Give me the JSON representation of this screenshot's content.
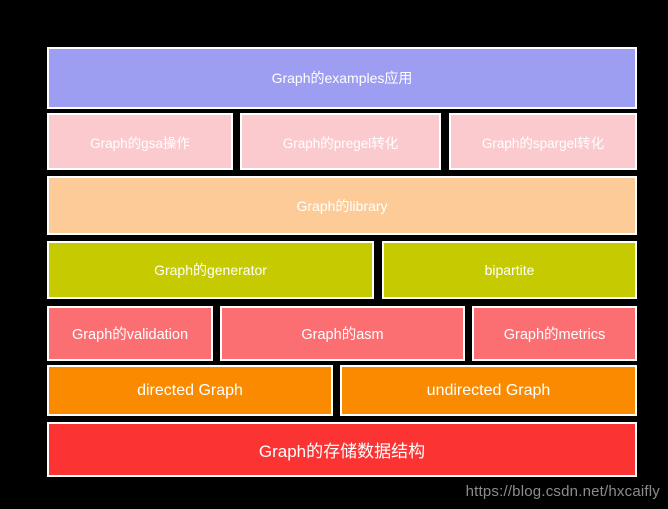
{
  "canvas": {
    "background_color": "#000000"
  },
  "watermark": {
    "text": "https://blog.csdn.net/hxcaifly",
    "color": "#8C8C8C"
  },
  "diagram": {
    "type": "layered-stack-diagram",
    "border_color": "#FFFFFF",
    "text_color": "#FFFFFF",
    "layers": [
      {
        "name": "examples-layer",
        "color": "#9D9DF2",
        "blocks": [
          {
            "label": "Graph的examples应用"
          }
        ]
      },
      {
        "name": "operations-layer",
        "color": "#FBCACE",
        "blocks": [
          {
            "label": "Graph的gsa操作"
          },
          {
            "label": "Graph的pregel转化"
          },
          {
            "label": "Graph的spargel转化"
          }
        ]
      },
      {
        "name": "library-layer",
        "color": "#FCCB97",
        "blocks": [
          {
            "label": "Graph的library"
          }
        ]
      },
      {
        "name": "generator-layer",
        "color": "#C6CA00",
        "blocks": [
          {
            "label": "Graph的generator"
          },
          {
            "label": "bipartite"
          }
        ]
      },
      {
        "name": "utils-layer",
        "color": "#FB6F73",
        "blocks": [
          {
            "label": "Graph的validation"
          },
          {
            "label": "Graph的asm"
          },
          {
            "label": "Graph的metrics"
          }
        ]
      },
      {
        "name": "graph-type-layer",
        "color": "#FA8A00",
        "blocks": [
          {
            "label": "directed Graph"
          },
          {
            "label": "undirected Graph"
          }
        ]
      },
      {
        "name": "storage-layer",
        "color": "#FC3333",
        "blocks": [
          {
            "label": "Graph的存储数据结构"
          }
        ]
      }
    ]
  }
}
